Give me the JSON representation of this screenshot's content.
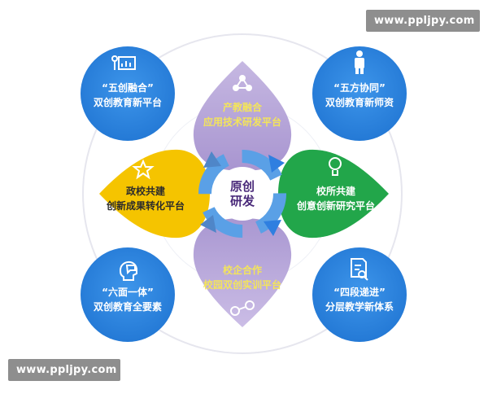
{
  "watermarks": {
    "top": "www.ppljpy.com",
    "bottom": "www.ppljpy.com"
  },
  "center": {
    "line1": "原创",
    "line2": "研发"
  },
  "circles": {
    "top_left": {
      "line1": "“五创融合”",
      "line2": "双创教育新平台",
      "icon": "chart-presentation-icon"
    },
    "top_right": {
      "line1": "“五方协同”",
      "line2": "双创教育新师资",
      "icon": "person-icon"
    },
    "bottom_left": {
      "line1": "“六面一体”",
      "line2": "双创教育全要素",
      "icon": "head-chat-icon"
    },
    "bottom_right": {
      "line1": "“四段递进”",
      "line2": "分层教学新体系",
      "icon": "document-search-icon"
    }
  },
  "petals": {
    "top": {
      "line1": "产教融合",
      "line2": "应用技术研发平台",
      "icon": "network-icon"
    },
    "left": {
      "line1": "政校共建",
      "line2": "创新成果转化平台",
      "icon": "star-icon"
    },
    "right": {
      "line1": "校所共建",
      "line2": "创意创新研究平台",
      "icon": "lightbulb-icon"
    },
    "bottom": {
      "line1": "校企合作",
      "line2": "校园双创实训平台",
      "icon": "molecule-icon"
    }
  },
  "colors": {
    "circle_blue": "#2e86de",
    "petal_top": "#b7a7d8",
    "petal_left": "#f5c400",
    "petal_right": "#22a64a",
    "petal_bottom": "#b9a8d6",
    "center_ring": "#2f7fe0"
  }
}
